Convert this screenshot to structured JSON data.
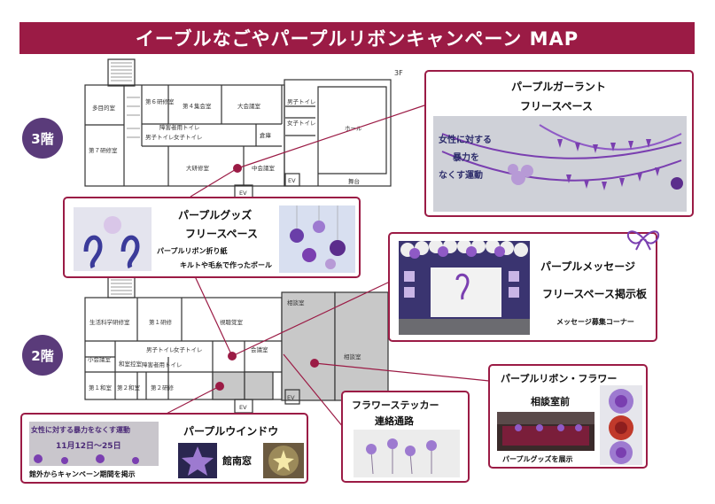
{
  "banner": {
    "title": "イーブルなごやパープルリボンキャンペーン MAP"
  },
  "floors": {
    "third": "3階",
    "second": "2階",
    "third_code": "3F"
  },
  "rooms_3f": {
    "r1": "多目的室",
    "r2": "第６研修室",
    "r3": "第４集会室",
    "r4": "大会議室",
    "r5": "第７研修室",
    "r6": "大研修室",
    "r7": "中会議室",
    "r8": "ホール",
    "r9": "舞台",
    "r10": "倉庫",
    "r11": "男子トイレ",
    "r12": "女子トイレ",
    "r13": "障害者用トイレ",
    "r14": "男子トイレ",
    "r15": "女子トイレ",
    "ev1": "EV",
    "ev2": "EV"
  },
  "rooms_2f": {
    "r1": "生活科学研修室",
    "r2": "第１研修",
    "r3": "視聴覚室",
    "r4": "小会議室",
    "r5": "第１和室",
    "r6": "第２和室",
    "r7": "第２研修",
    "r8": "相談室",
    "r9": "男子トイレ",
    "r10": "女子トイレ",
    "r11": "障害者用トイレ",
    "r12": "和室控室",
    "r13": "相談室",
    "r14": "会議室",
    "ev1": "EV",
    "ev2": "EV"
  },
  "cards": {
    "garland": {
      "title": "パープルガーラント",
      "sub": "フリースペース",
      "photo_text": [
        "女性に対する",
        "暴力を",
        "なくす運動"
      ]
    },
    "goods": {
      "title": "パープルグッズ",
      "sub": "フリースペース",
      "note1": "パープルリボン折り紙",
      "note2": "キルトや毛糸で作ったボール"
    },
    "message": {
      "title": "パープルメッセージ",
      "sub": "フリースペース掲示板",
      "note": "メッセージ募集コーナー"
    },
    "flower": {
      "title": "パープルリボン・フラワー",
      "sub": "相談室前",
      "note": "パープルグッズを展示"
    },
    "sticker": {
      "title": "フラワーステッカー",
      "sub": "連絡通路"
    },
    "window": {
      "title": "パープルウインドウ",
      "sub": "館南窓",
      "note": "館外からキャンペーン期間を掲示",
      "photo_text1": "女性に対する暴力をなくす運動",
      "photo_text2": "11月12日〜25日"
    }
  },
  "colors": {
    "banner": "#9b1b45",
    "badge": "#5a3b7a",
    "card_border": "#9b1b45",
    "purple": "#7a3fb0",
    "lilac": "#b79ad6"
  }
}
